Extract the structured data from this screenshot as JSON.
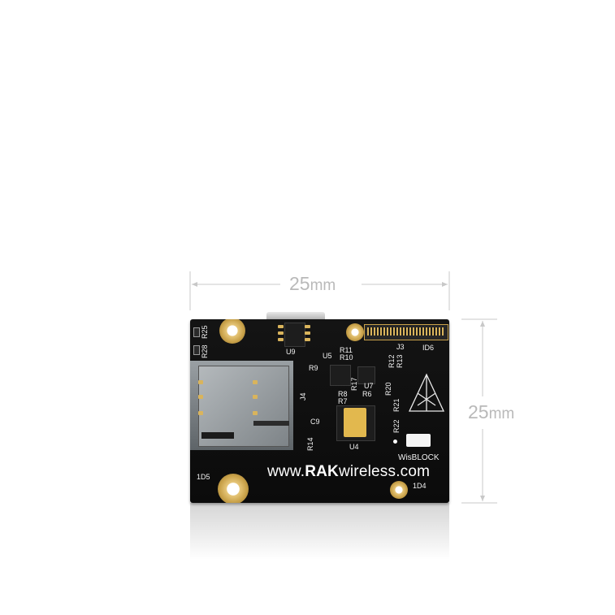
{
  "dimensions": {
    "width": {
      "value": "25",
      "unit": "mm"
    },
    "height": {
      "value": "25",
      "unit": "mm"
    }
  },
  "board": {
    "labels": {
      "r25": "R25",
      "r28": "R28",
      "u9": "U9",
      "u5": "U5",
      "r11": "R11",
      "r10": "R10",
      "j3": "J3",
      "id6": "ID6",
      "r9": "R9",
      "r12": "R12",
      "r13": "R13",
      "r20": "R20",
      "r17": "R17",
      "u7": "U7",
      "j4": "J4",
      "r8": "R8",
      "r7": "R7",
      "r6": "R6",
      "c9": "C9",
      "r21": "R21",
      "r22": "R22",
      "r14": "R14",
      "u4": "U4",
      "wisblock": "WisBLOCK",
      "id5": "1D5",
      "id4": "1D4"
    },
    "website": {
      "prefix": "www.",
      "brand": "RAK",
      "suffix": "wireless.com"
    }
  },
  "colors": {
    "board": "#0f0f0f",
    "silkscreen": "#f2f2f2",
    "gold": "#d9b45c",
    "dimension": "#b9b9b9"
  }
}
